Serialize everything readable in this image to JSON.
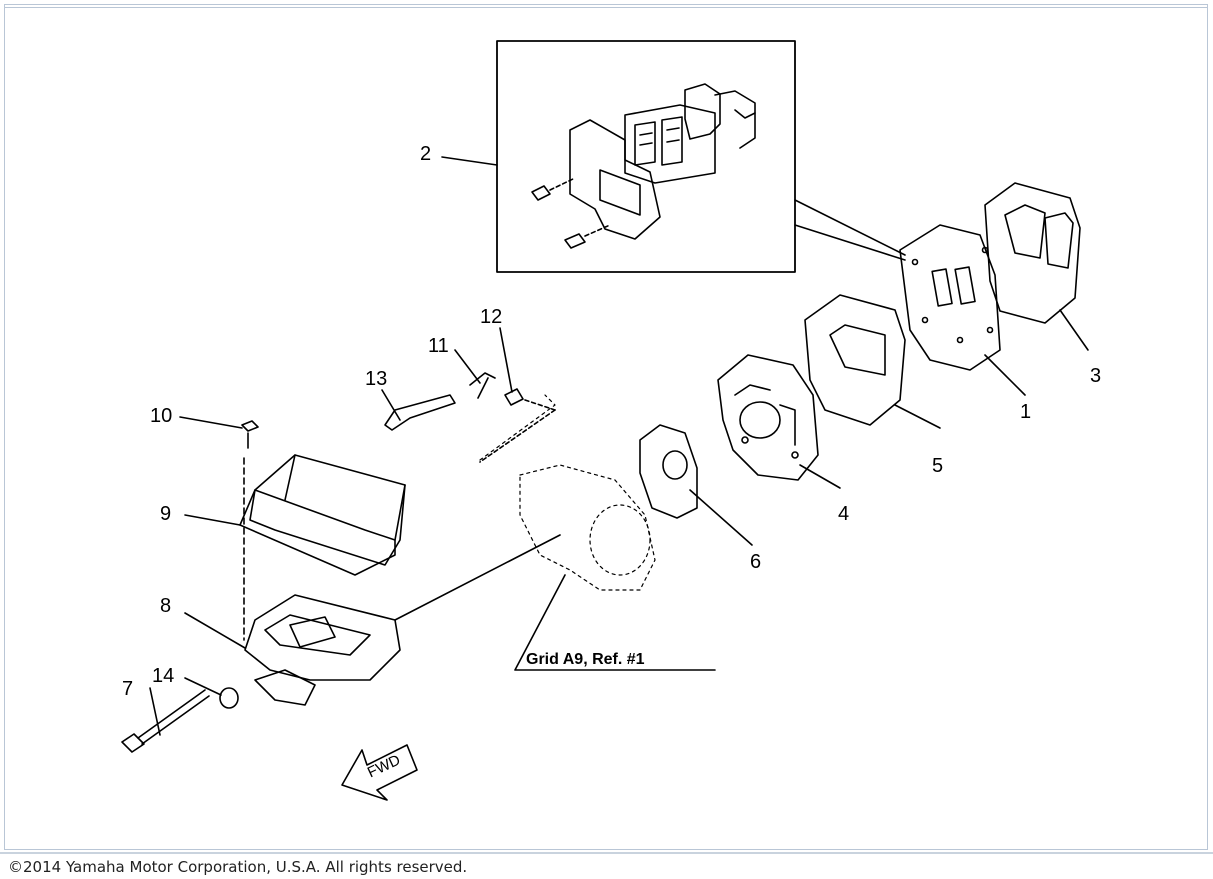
{
  "diagram": {
    "callouts": [
      {
        "id": "c1",
        "text": "1"
      },
      {
        "id": "c2",
        "text": "2"
      },
      {
        "id": "c3",
        "text": "3"
      },
      {
        "id": "c4",
        "text": "4"
      },
      {
        "id": "c5",
        "text": "5"
      },
      {
        "id": "c6",
        "text": "6"
      },
      {
        "id": "c7",
        "text": "7"
      },
      {
        "id": "c8",
        "text": "8"
      },
      {
        "id": "c9",
        "text": "9"
      },
      {
        "id": "c10",
        "text": "10"
      },
      {
        "id": "c11",
        "text": "11"
      },
      {
        "id": "c12",
        "text": "12"
      },
      {
        "id": "c13",
        "text": "13"
      },
      {
        "id": "c14",
        "text": "14"
      }
    ],
    "grid_reference": "Grid A9, Ref. #1",
    "fwd_label": "FWD"
  },
  "footer": {
    "copyright": "©2014 Yamaha Motor Corporation, U.S.A. All rights reserved."
  },
  "colors": {
    "line": "#000000",
    "border": "#b9c6d6"
  }
}
